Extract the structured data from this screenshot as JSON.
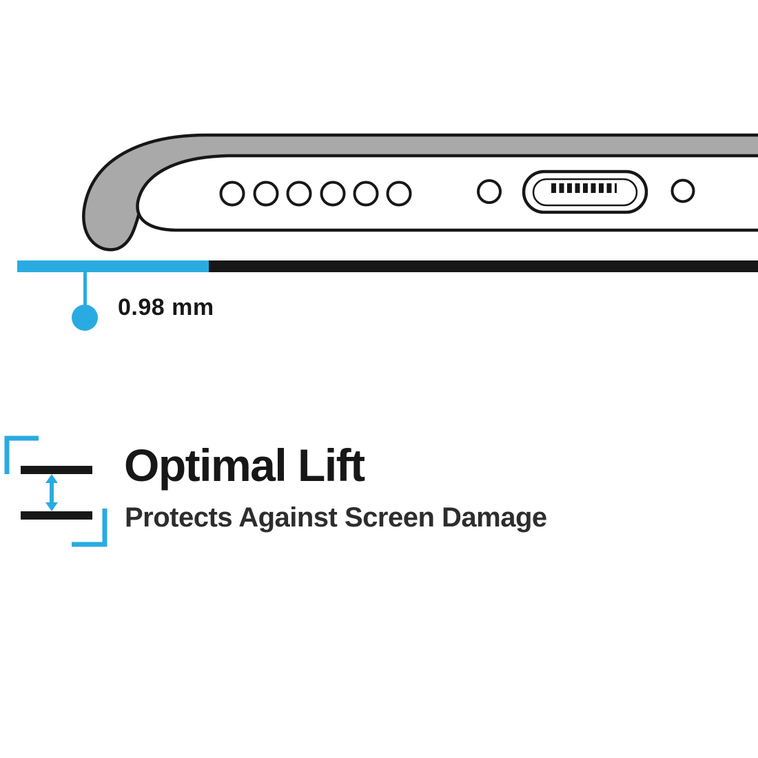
{
  "colors": {
    "accent": "#29abe2",
    "ink": "#171717",
    "case-gray": "#a9a9a9",
    "subtitle-color": "#2d2d2d"
  },
  "measurement": {
    "label": "0.98 mm"
  },
  "feature": {
    "title": "Optimal Lift",
    "subtitle": "Protects Against Screen Damage"
  },
  "icons": {
    "lift_gap": "two horizontal surfaces with vertical double-arrow between, cyan corner brackets",
    "diagram": "cross-section of phone bottom edge inside case showing raised lip"
  }
}
